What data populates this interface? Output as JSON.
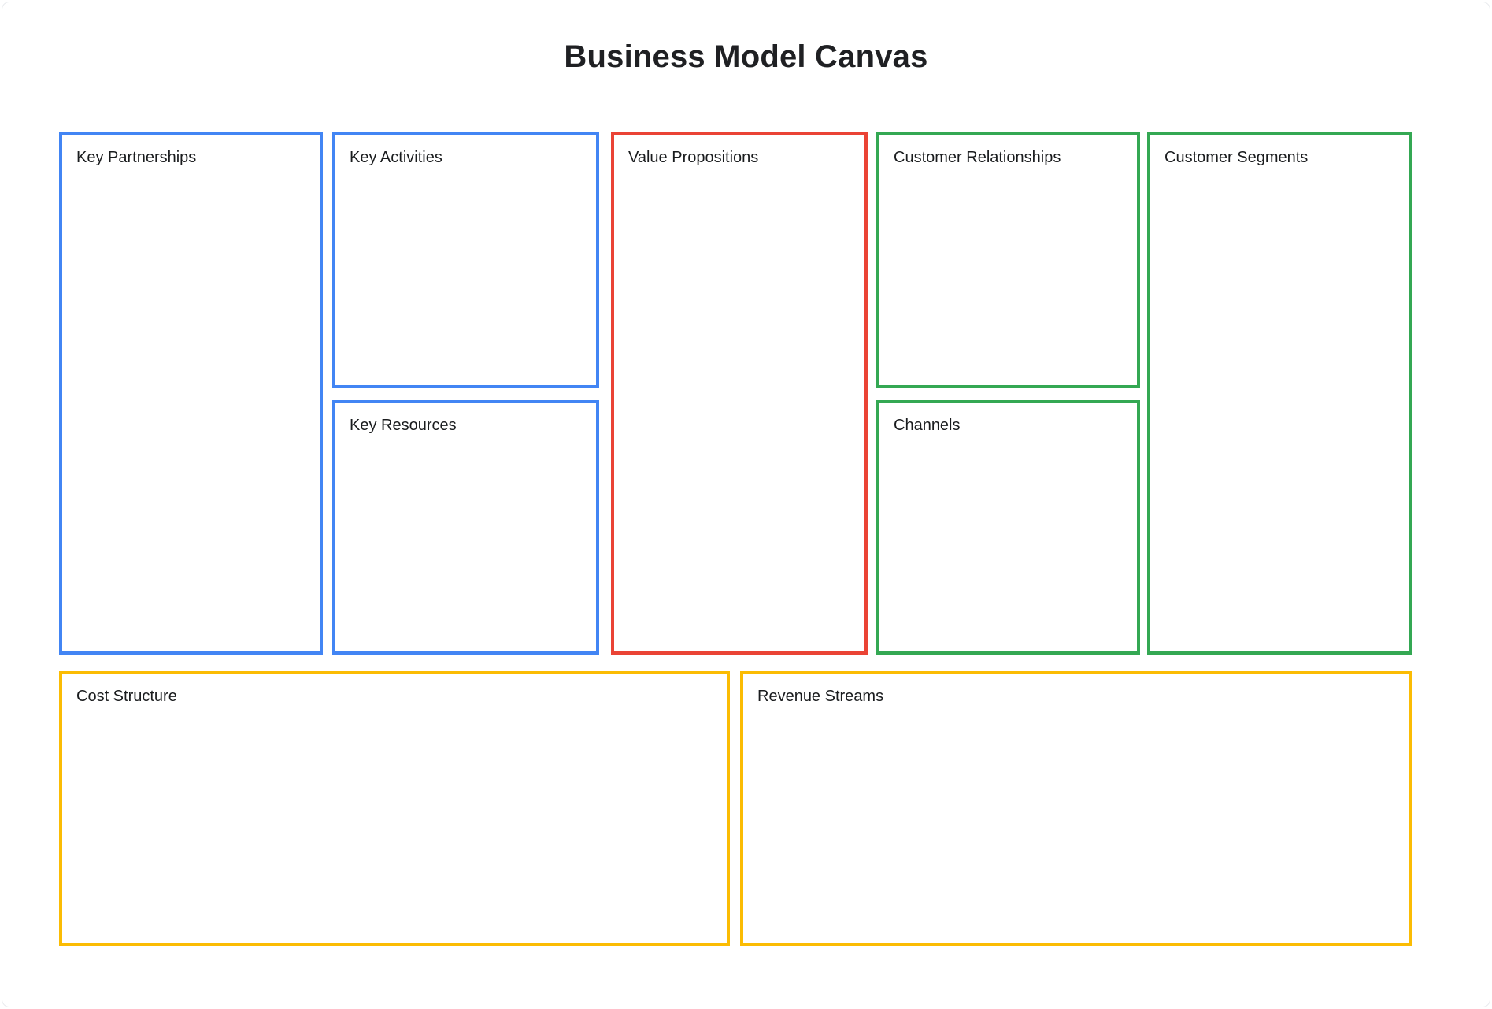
{
  "title": "Business Model Canvas",
  "colors": {
    "blue": "#4285F4",
    "red": "#EA4335",
    "green": "#34A853",
    "yellow": "#FBBC04",
    "text": "#1A1C1E",
    "title_text": "#1F2023"
  },
  "boxes": [
    {
      "id": "key-partnerships",
      "label": "Key Partnerships",
      "color": "blue"
    },
    {
      "id": "key-activities",
      "label": "Key Activities",
      "color": "blue"
    },
    {
      "id": "key-resources",
      "label": "Key Resources",
      "color": "blue"
    },
    {
      "id": "value-propositions",
      "label": "Value Propositions",
      "color": "red"
    },
    {
      "id": "customer-relationships",
      "label": "Customer Relationships",
      "color": "green"
    },
    {
      "id": "channels",
      "label": "Channels",
      "color": "green"
    },
    {
      "id": "customer-segments",
      "label": "Customer Segments",
      "color": "green"
    },
    {
      "id": "cost-structure",
      "label": "Cost Structure",
      "color": "yellow"
    },
    {
      "id": "revenue-streams",
      "label": "Revenue Streams",
      "color": "yellow"
    }
  ]
}
